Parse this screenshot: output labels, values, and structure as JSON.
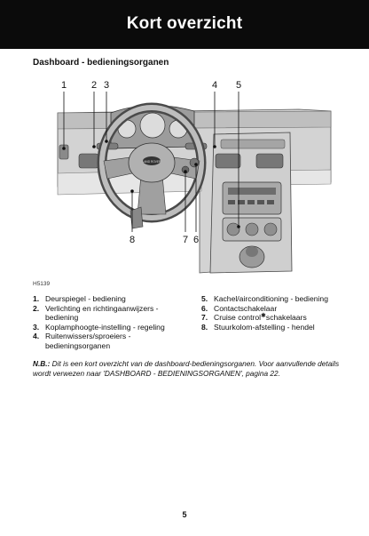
{
  "header": {
    "title": "Kort overzicht"
  },
  "section": {
    "title": "Dashboard - bedieningsorganen"
  },
  "figure": {
    "code": "H5139",
    "callouts": [
      "1",
      "2",
      "3",
      "4",
      "5",
      "6",
      "7",
      "8"
    ],
    "badge": "LAND ROVER"
  },
  "legend": {
    "left": [
      {
        "num": "1.",
        "text": "Deurspiegel - bediening"
      },
      {
        "num": "2.",
        "text": "Verlichting en richtingaanwijzers - bediening"
      },
      {
        "num": "3.",
        "text": "Koplamphoogte-instelling - regeling"
      },
      {
        "num": "4.",
        "text": "Ruitenwissers/sproeiers - bedieningsorganen"
      }
    ],
    "right": [
      {
        "num": "5.",
        "text": "Kachel/airconditioning - bediening"
      },
      {
        "num": "6.",
        "text": "Contactschakelaar"
      },
      {
        "num": "7.",
        "text_before": "Cruise control",
        "marker": "✱",
        "text_after": "schakelaars"
      },
      {
        "num": "8.",
        "text": "Stuurkolom-afstelling - hendel"
      }
    ]
  },
  "note": {
    "label": "N.B.:",
    "text": " Dit is een kort overzicht van de dashboard-bedieningsorganen. Voor aanvullende details wordt verwezen naar 'DASHBOARD - BEDIENINGSORGANEN', pagina 22."
  },
  "page": {
    "number": "5"
  }
}
